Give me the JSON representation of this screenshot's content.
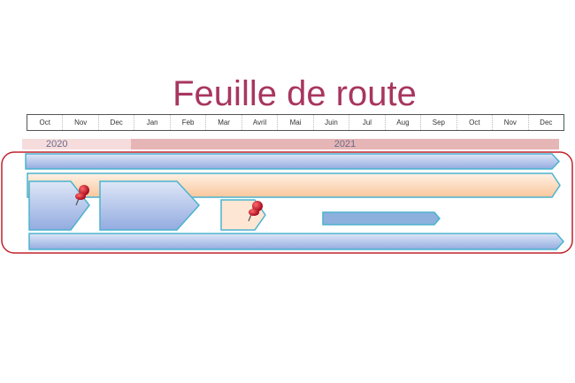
{
  "title": "Feuille de route",
  "months": [
    "Oct",
    "Nov",
    "Dec",
    "Jan",
    "Feb",
    "Mar",
    "Avril",
    "Mai",
    "Juin",
    "Jul",
    "Aug",
    "Sep",
    "Oct",
    "Nov",
    "Dec"
  ],
  "years": [
    "2020",
    "2021"
  ],
  "colors": {
    "title": "#a8365f",
    "blue": "#a9bde6",
    "border": "#4bb3cf",
    "peach": "#fbd3b0",
    "frame": "#c0222b",
    "pin": "#c8102e"
  }
}
